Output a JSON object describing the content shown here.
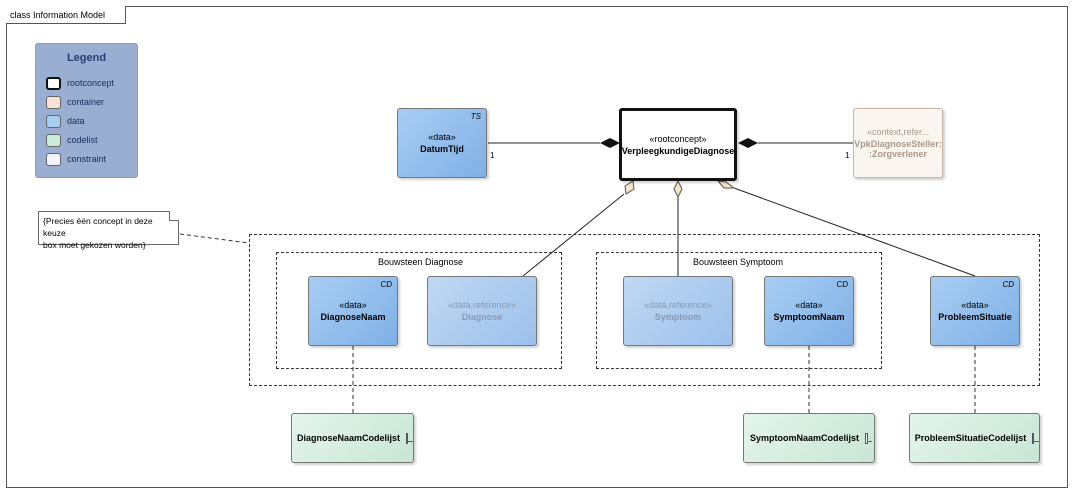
{
  "frame": {
    "title": "class Information Model"
  },
  "legend": {
    "title": "Legend",
    "items": [
      {
        "label": "rootconcept",
        "color": "#ffffff"
      },
      {
        "label": "container",
        "color": "#f5e3d6"
      },
      {
        "label": "data",
        "color": "#a8cdf3"
      },
      {
        "label": "codelist",
        "color": "#c9ecd6"
      },
      {
        "label": "constraint",
        "color": "#f3f3fb"
      }
    ]
  },
  "root": {
    "stereotype": "«rootconcept»",
    "name": "VerpleegkundigeDiagnose"
  },
  "datum": {
    "stereotype": "«data»",
    "name": "DatumTijd",
    "type": "TS",
    "multiplicity": "1"
  },
  "steller": {
    "stereotype": "«context,refer...",
    "name_line1": "VpkDiagnoseSteller:",
    "name_line2": ":Zorgverlener",
    "multiplicity": "1"
  },
  "note": {
    "text_line1": "{Precies één concept in deze keuze",
    "text_line2": "box moet gekozen worden}"
  },
  "groups": {
    "diagnose": "Bouwsteen Diagnose",
    "symptoom": "Bouwsteen Symptoom"
  },
  "diagnose_naam": {
    "stereotype": "«data»",
    "name": "DiagnoseNaam",
    "type": "CD"
  },
  "diagnose_ref": {
    "stereotype": "«data,reference»",
    "name": "Diagnose"
  },
  "symptoom_ref": {
    "stereotype": "«data,reference»",
    "name": "Symptoom"
  },
  "symptoom_naam": {
    "stereotype": "«data»",
    "name": "SymptoomNaam",
    "type": "CD"
  },
  "probleem": {
    "stereotype": "«data»",
    "name": "ProbleemSituatie",
    "type": "CD"
  },
  "codelists": {
    "diagnose": "DiagnoseNaamCodelijst",
    "symptoom": "SymptoomNaamCodelijst",
    "probleem": "ProbleemSituatieCodelijst"
  }
}
